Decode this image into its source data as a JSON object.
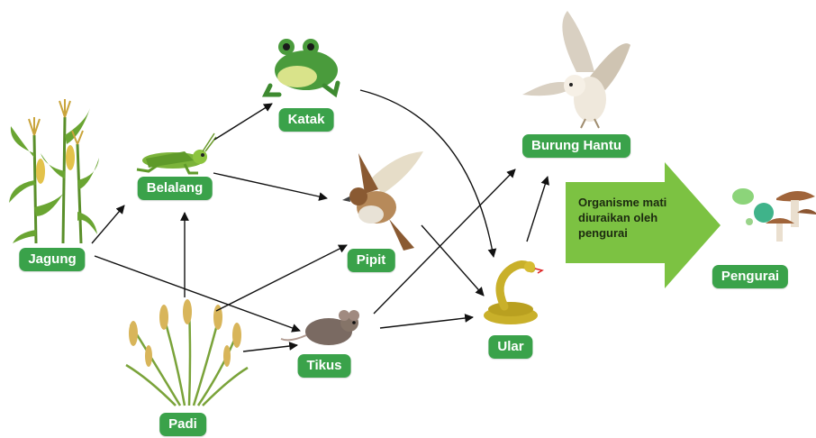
{
  "nodes": {
    "jagung": "Jagung",
    "belalang": "Belalang",
    "katak": "Katak",
    "pipit": "Pipit",
    "tikus": "Tikus",
    "padi": "Padi",
    "ular": "Ular",
    "burung_hantu": "Burung Hantu",
    "pengurai": "Pengurai"
  },
  "decomposition_note": "Organisme  mati\ndiuraikan oleh\npengurai",
  "colors": {
    "label_bg": "#3aa24a",
    "label_text": "#ffffff",
    "big_arrow": "#7cc242",
    "edge": "#111111"
  },
  "edges": [
    [
      "Jagung",
      "Belalang"
    ],
    [
      "Jagung",
      "Tikus"
    ],
    [
      "Padi",
      "Belalang"
    ],
    [
      "Padi",
      "Pipit"
    ],
    [
      "Padi",
      "Tikus"
    ],
    [
      "Belalang",
      "Katak"
    ],
    [
      "Belalang",
      "Pipit"
    ],
    [
      "Katak",
      "Ular"
    ],
    [
      "Pipit",
      "Ular"
    ],
    [
      "Tikus",
      "Ular"
    ],
    [
      "Tikus",
      "Burung Hantu"
    ],
    [
      "Ular",
      "Burung Hantu"
    ]
  ]
}
